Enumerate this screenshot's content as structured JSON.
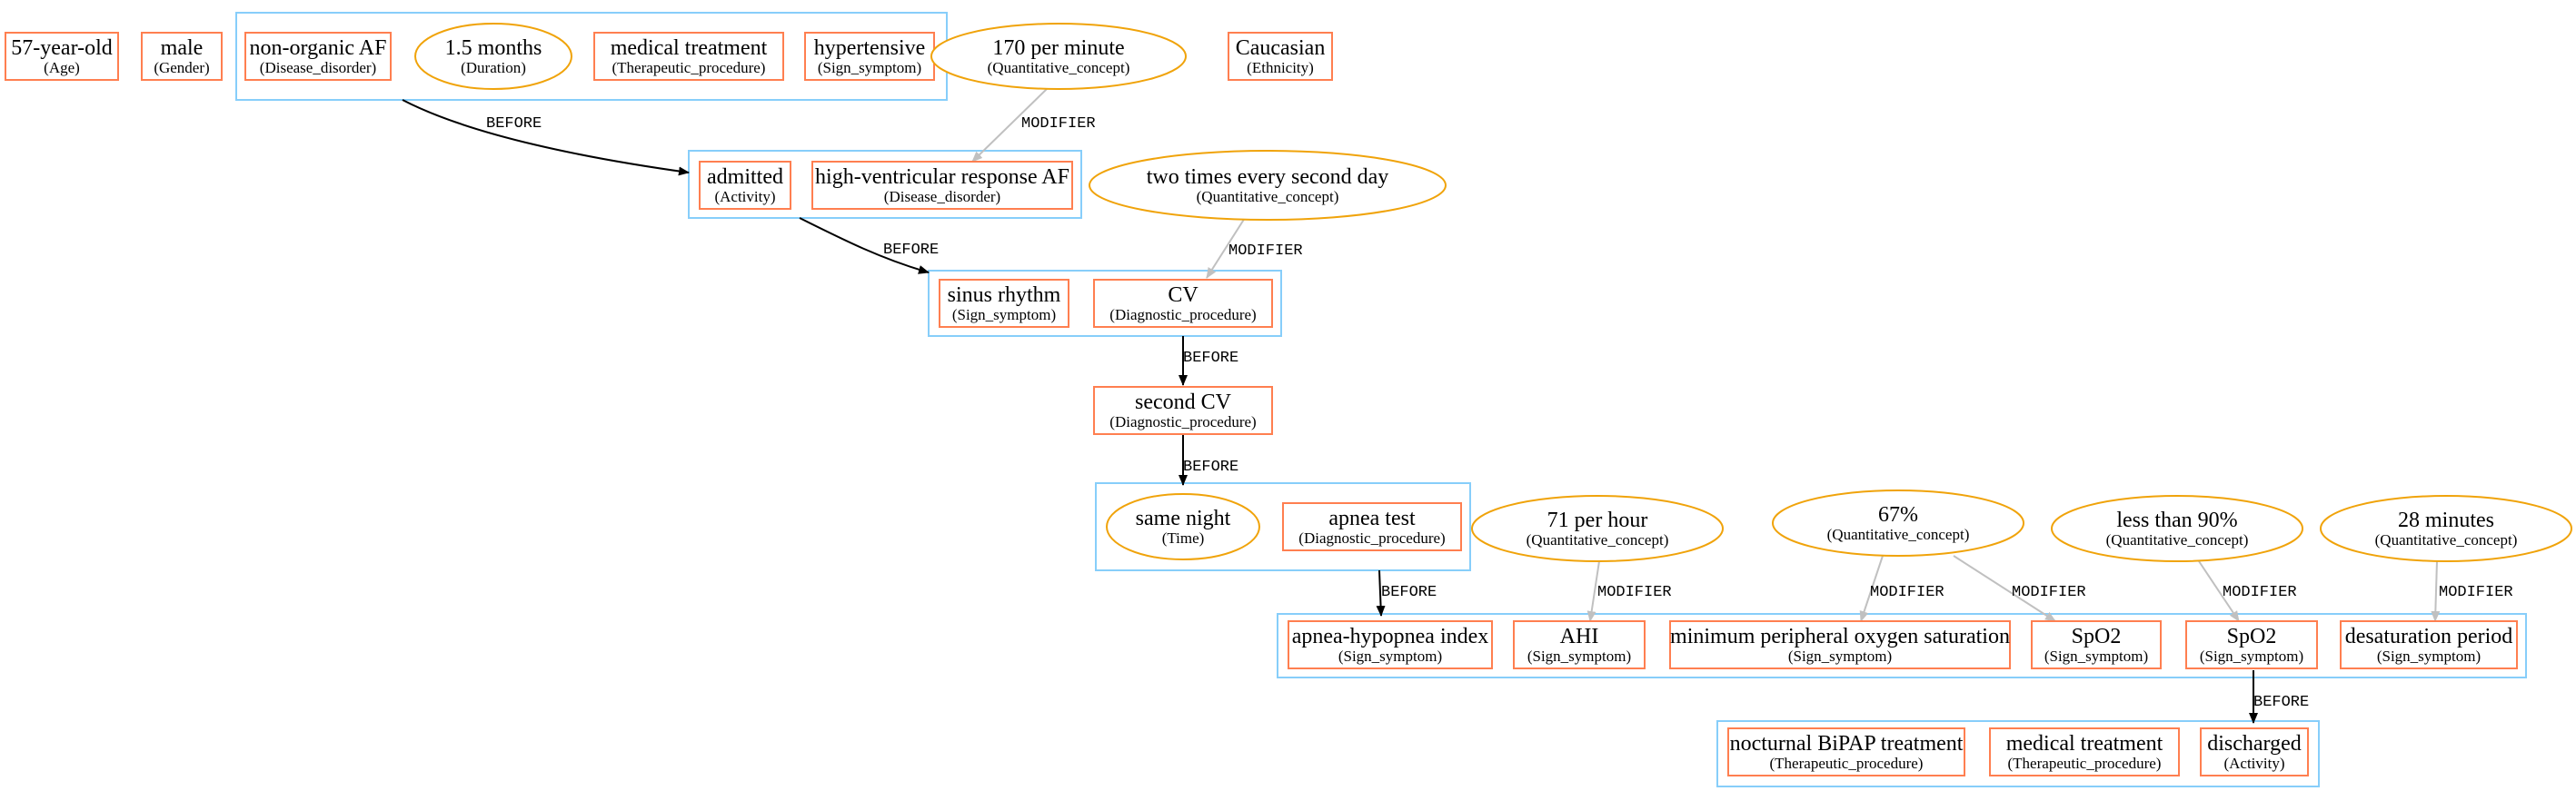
{
  "colors": {
    "entity_border": "#ff7f50",
    "quantity_border": "#f0a30a",
    "cluster_border": "#87cefa",
    "before_edge": "#000000",
    "modifier_edge": "#c0c0c0"
  },
  "nodes": {
    "age": {
      "text": "57-year-old",
      "type": "(Age)"
    },
    "gender": {
      "text": "male",
      "type": "(Gender)"
    },
    "af": {
      "text": "non-organic AF",
      "type": "(Disease_disorder)"
    },
    "duration": {
      "text": "1.5 months",
      "type": "(Duration)"
    },
    "medtx1": {
      "text": "medical treatment",
      "type": "(Therapeutic_procedure)"
    },
    "hypertensive": {
      "text": "hypertensive",
      "type": "(Sign_symptom)"
    },
    "rate": {
      "text": "170 per minute",
      "type": "(Quantitative_concept)"
    },
    "caucasian": {
      "text": "Caucasian",
      "type": "(Ethnicity)"
    },
    "admitted": {
      "text": "admitted",
      "type": "(Activity)"
    },
    "hvraf": {
      "text": "high-ventricular response AF",
      "type": "(Disease_disorder)"
    },
    "twotimes": {
      "text": "two times every second day",
      "type": "(Quantitative_concept)"
    },
    "sinus": {
      "text": "sinus rhythm",
      "type": "(Sign_symptom)"
    },
    "cv": {
      "text": "CV",
      "type": "(Diagnostic_procedure)"
    },
    "secondcv": {
      "text": "second CV",
      "type": "(Diagnostic_procedure)"
    },
    "samenight": {
      "text": "same night",
      "type": "(Time)"
    },
    "apnea": {
      "text": "apnea test",
      "type": "(Diagnostic_procedure)"
    },
    "q71": {
      "text": "71 per hour",
      "type": "(Quantitative_concept)"
    },
    "q67": {
      "text": "67%",
      "type": "(Quantitative_concept)"
    },
    "q90": {
      "text": "less than 90%",
      "type": "(Quantitative_concept)"
    },
    "q28": {
      "text": "28 minutes",
      "type": "(Quantitative_concept)"
    },
    "ahi_full": {
      "text": "apnea-hypopnea index",
      "type": "(Sign_symptom)"
    },
    "ahi": {
      "text": "AHI",
      "type": "(Sign_symptom)"
    },
    "minspo2": {
      "text": "minimum peripheral oxygen saturation",
      "type": "(Sign_symptom)"
    },
    "spo2a": {
      "text": "SpO2",
      "type": "(Sign_symptom)"
    },
    "spo2b": {
      "text": "SpO2",
      "type": "(Sign_symptom)"
    },
    "desat": {
      "text": "desaturation period",
      "type": "(Sign_symptom)"
    },
    "bipap": {
      "text": "nocturnal BiPAP treatment",
      "type": "(Therapeutic_procedure)"
    },
    "medtx2": {
      "text": "medical treatment",
      "type": "(Therapeutic_procedure)"
    },
    "discharged": {
      "text": "discharged",
      "type": "(Activity)"
    }
  },
  "edge_labels": {
    "before": "BEFORE",
    "modifier": "MODIFIER"
  }
}
